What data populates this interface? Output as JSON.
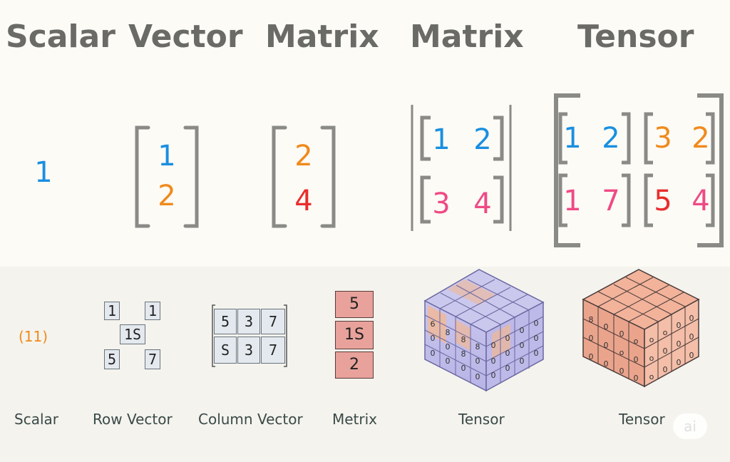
{
  "colors": {
    "blue": "#1a8fe0",
    "orange": "#f08a1c",
    "red": "#e82d2d",
    "pink": "#ef4a85",
    "bracket": "#8a8a86",
    "title": "#6a6a66"
  },
  "top": {
    "titles": [
      "Scalar",
      "Vector",
      "Matrix",
      "Matrix",
      "Tensor"
    ],
    "scalar": "1",
    "vector1": [
      "1",
      "2"
    ],
    "vector2": [
      "2",
      "4"
    ],
    "matrix": [
      [
        "1",
        "2"
      ],
      [
        "3",
        "4"
      ]
    ],
    "tensor": {
      "left": [
        [
          "1",
          "2"
        ],
        [
          "1",
          "7"
        ]
      ],
      "right": [
        [
          "3",
          "2"
        ],
        [
          "5",
          "4"
        ]
      ]
    }
  },
  "bottom": {
    "scalar_value": "(11)",
    "row_vector": {
      "cells": [
        "1",
        "1",
        "1S",
        "5",
        "7"
      ]
    },
    "column_vector": {
      "rows": [
        [
          "5",
          "3",
          "7"
        ],
        [
          "S",
          "3",
          "7"
        ]
      ]
    },
    "matrix_cells": [
      "5",
      "1S",
      "2"
    ],
    "captions": [
      "Scalar",
      "Row Vector",
      "Column Vector",
      "Metrix",
      "Tensor",
      "Tensor"
    ]
  },
  "watermark": "ai"
}
